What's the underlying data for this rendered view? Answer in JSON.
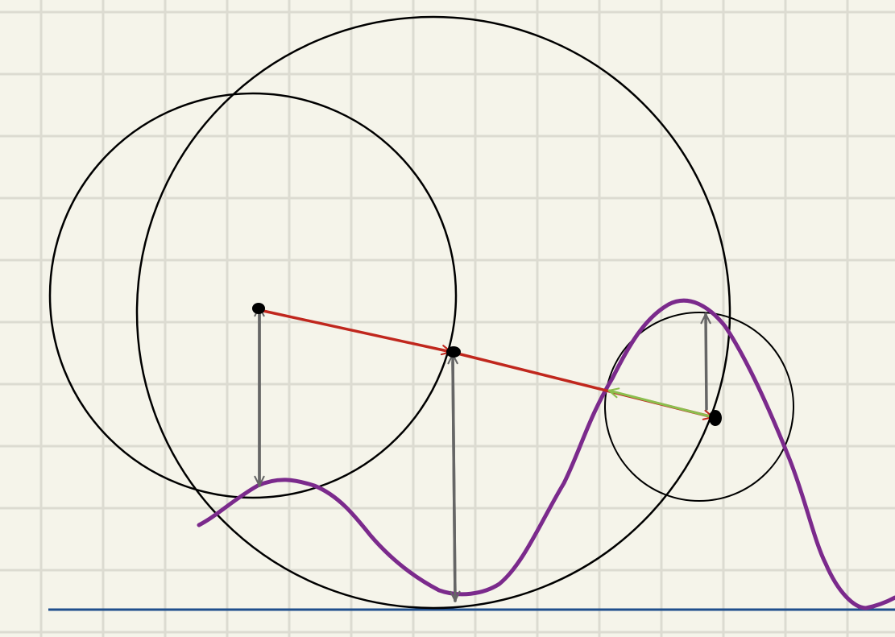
{
  "colors": {
    "background": "#f5f4ea",
    "grid": "#dcdbd1",
    "circle": "#000000",
    "point": "#000000",
    "phasor_red": "#c0271d",
    "phasor_green": "#8bbf4e",
    "projection_gray": "#666666",
    "wave_purple": "#7b2a8c",
    "baseline_blue": "#1f4e8c"
  },
  "icons": {
    "grid": "graph-paper-grid",
    "circles": "circle-outline",
    "points": "filled-dot",
    "arrows": "arrow",
    "wave": "freehand-curve",
    "baseline": "horizontal-line"
  }
}
